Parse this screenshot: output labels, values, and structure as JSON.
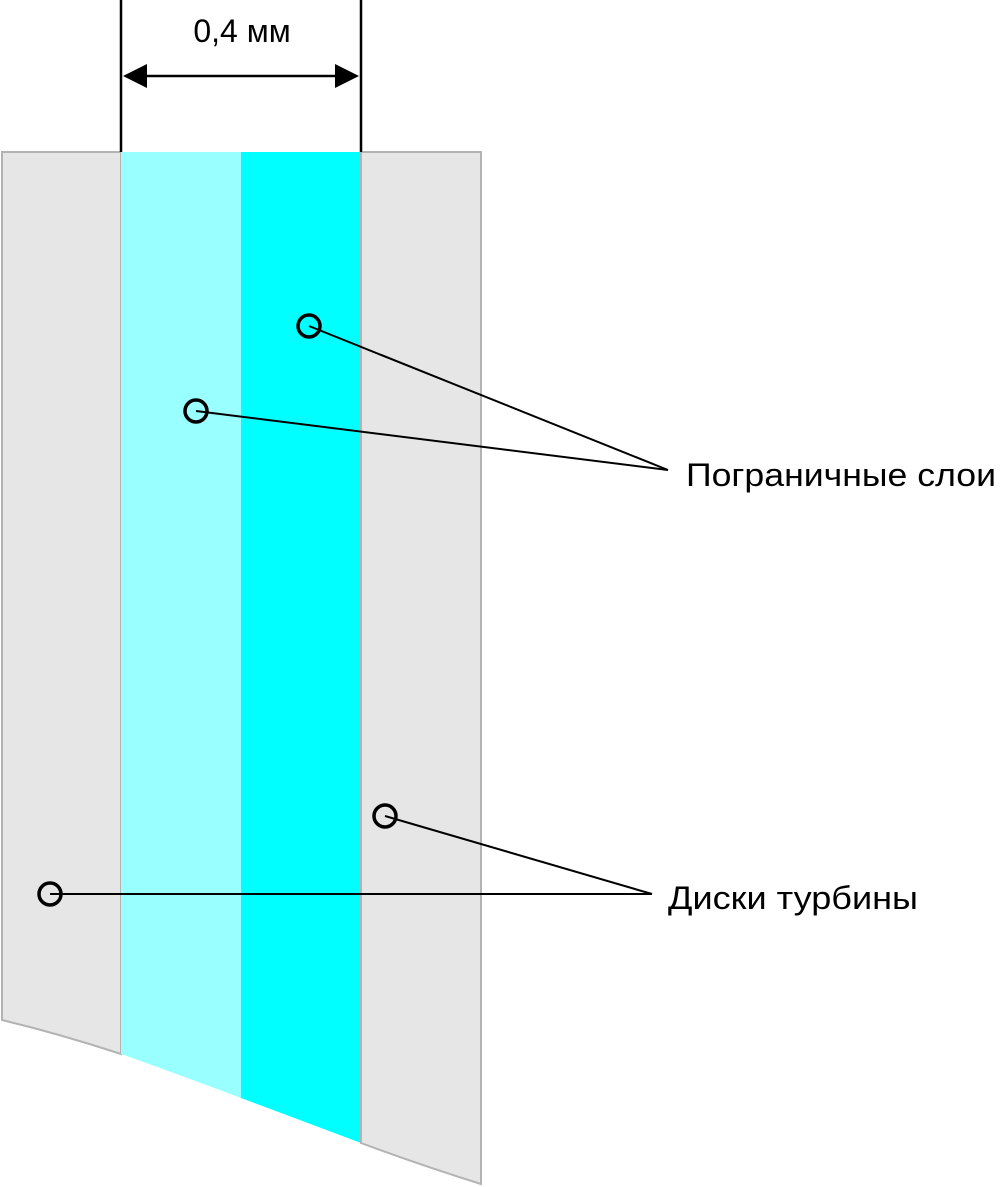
{
  "dimension": {
    "label": "0,4 мм"
  },
  "callouts": {
    "boundary_layers": "Пограничные слои",
    "turbine_disks": "Диски турбины"
  },
  "colors": {
    "disk_fill": "#e6e6e6",
    "disk_stroke": "#b3b3b3",
    "layer_light": "#99ffff",
    "layer_dark": "#00ffff",
    "line": "#000000",
    "background": "#ffffff"
  }
}
